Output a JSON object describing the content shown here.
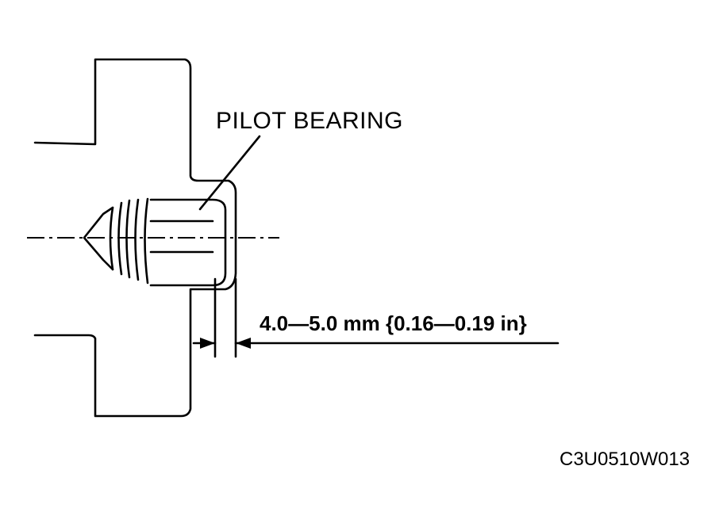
{
  "diagram": {
    "part_label": "PILOT BEARING",
    "dimension_label": "4.0—5.0 mm {0.16—0.19 in}",
    "figure_code": "C3U0510W013",
    "line_color": "#000000",
    "background_color": "#ffffff"
  }
}
